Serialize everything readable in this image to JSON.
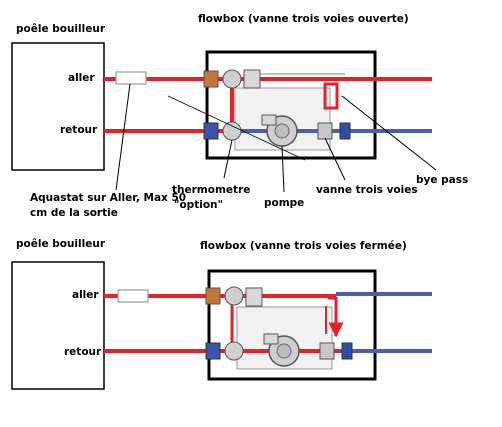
{
  "colors": {
    "supply_pipe": "#e8202a",
    "return_pipe": "#4a5fb0",
    "frame": "#000000",
    "component_grey": "#bdbdbd"
  },
  "top": {
    "boiler_label": "poêle bouilleur",
    "flowbox_label": "flowbox (vanne trois voies ouverte)",
    "aller_label": "aller",
    "retour_label": "retour",
    "aquastat_line1": "Aquastat sur Aller, Max 50",
    "aquastat_line2": "cm de la sortie",
    "thermometer_line1": "thermometre",
    "thermometer_line2": "\"option\"",
    "pump_label": "pompe",
    "valve_label": "vanne trois voies",
    "bypass_label": "bye pass"
  },
  "bottom": {
    "boiler_label": "poêle bouilleur",
    "flowbox_label": "flowbox (vanne trois voies fermée)",
    "aller_label": "aller",
    "retour_label": "retour"
  }
}
